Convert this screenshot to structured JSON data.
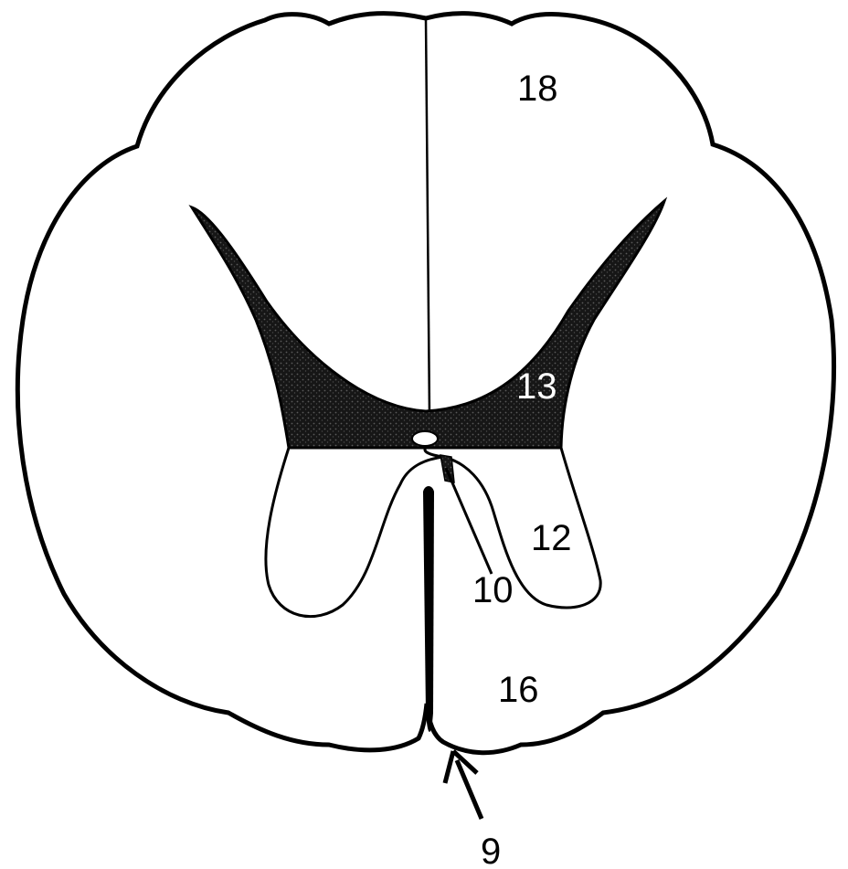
{
  "diagram": {
    "labels": {
      "l18": "18",
      "l13": "13",
      "l12": "12",
      "l10": "10",
      "l16": "16",
      "l9": "9"
    },
    "colors": {
      "outline": "#000000",
      "gray_matter": "#1c1c1c",
      "background": "#ffffff"
    }
  }
}
